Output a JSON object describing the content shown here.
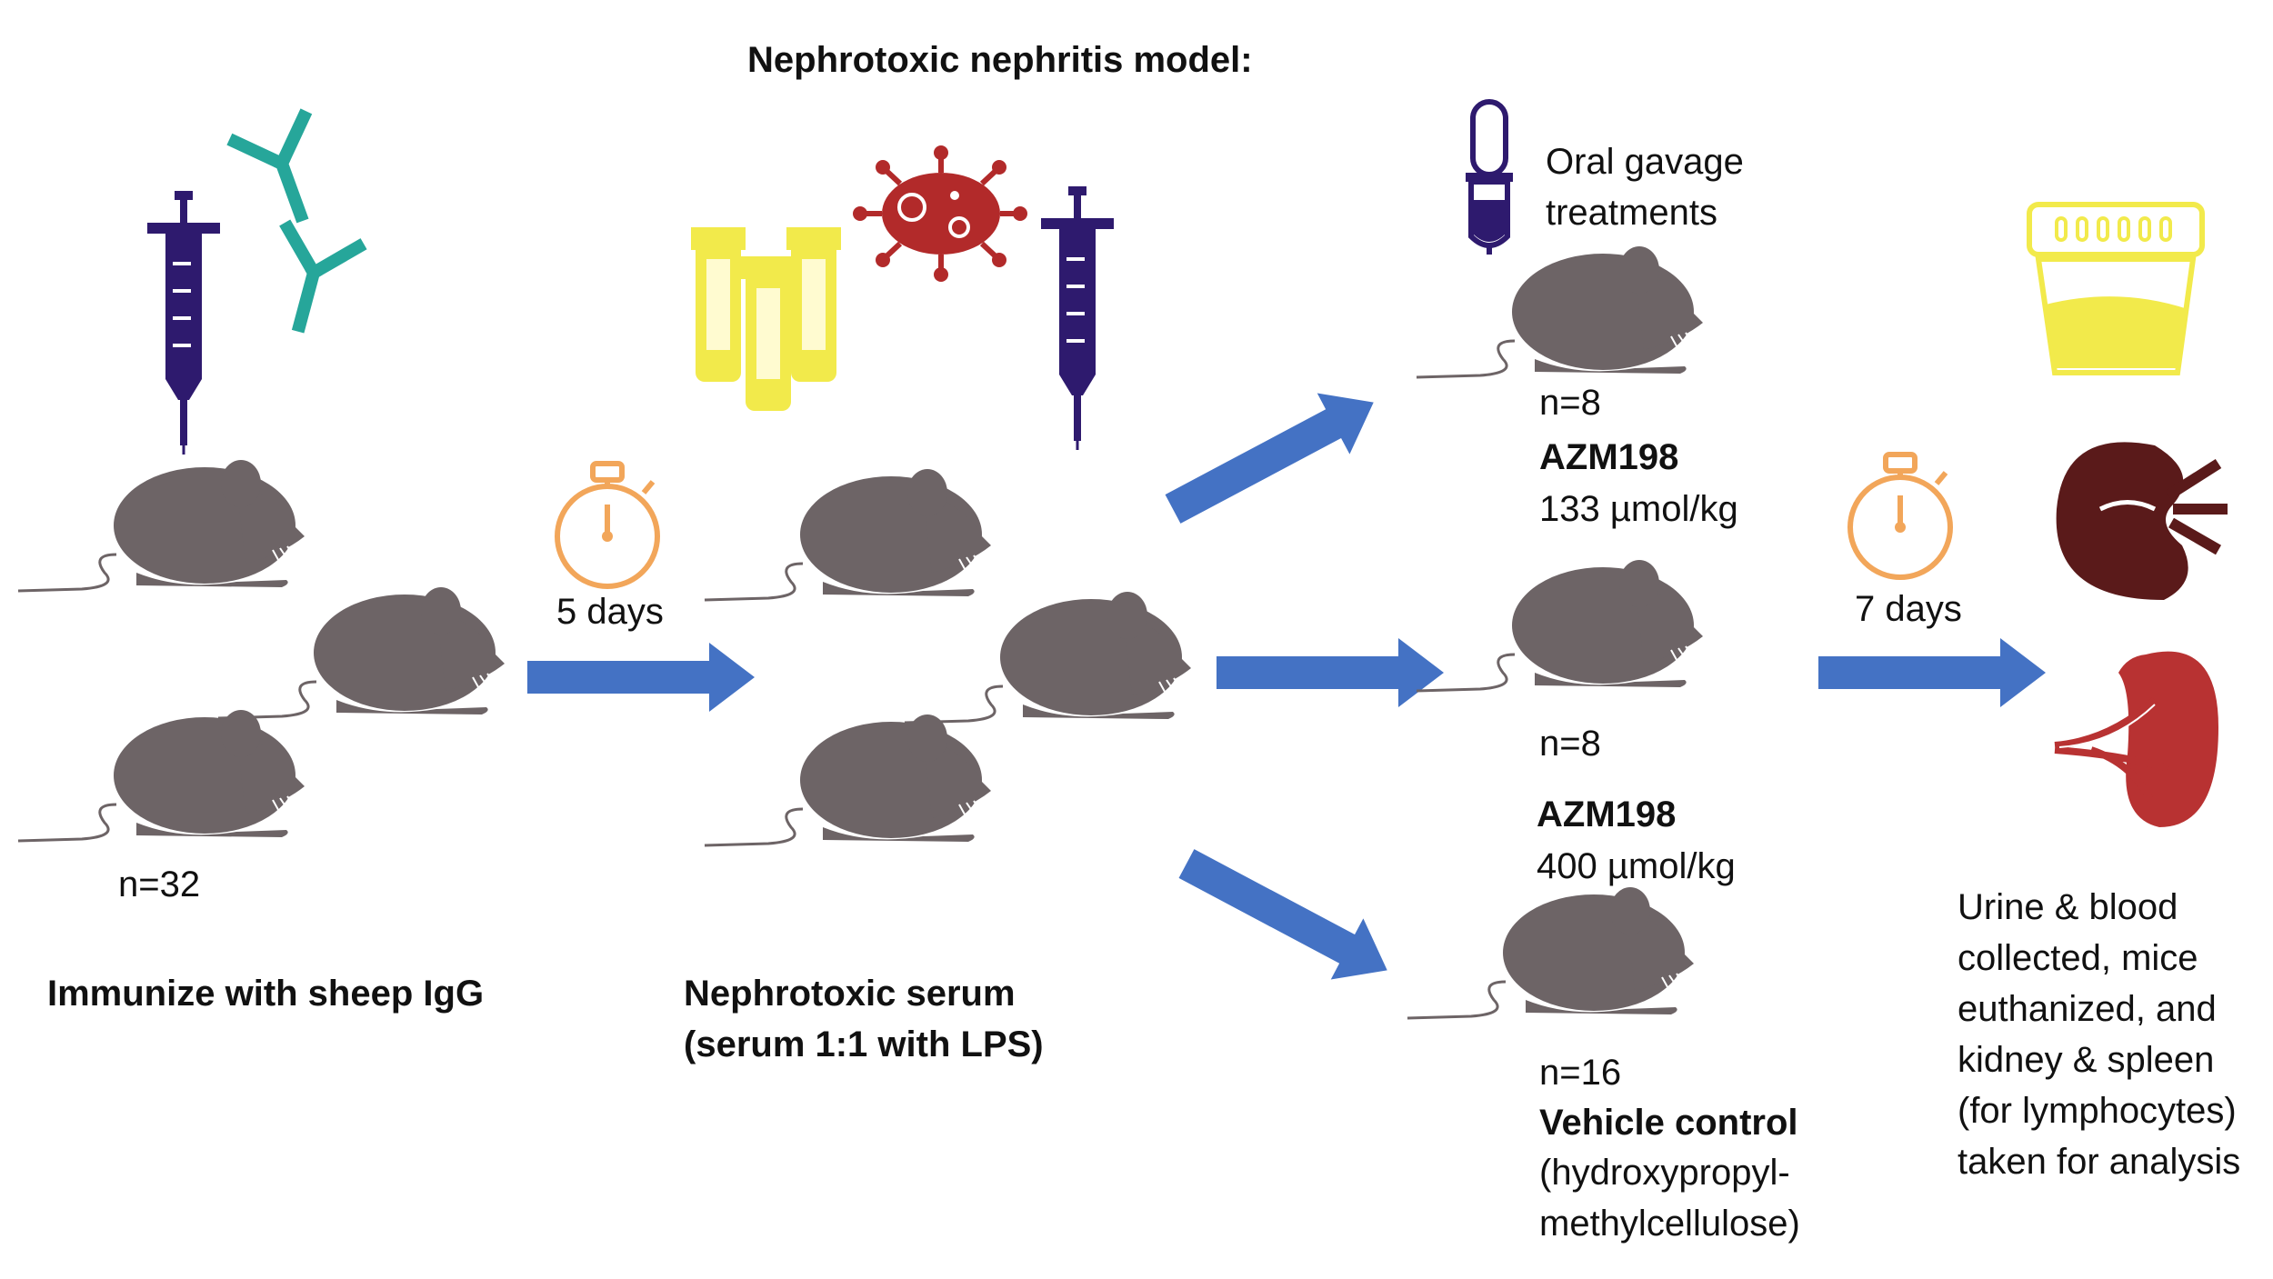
{
  "title": "Nephrotoxic nephritis model:",
  "colors": {
    "mouse": "#6d6466",
    "arrow": "#4472c4",
    "syringe": "#2e1a6e",
    "antibody": "#26a69a",
    "tube": "#f2ea4b",
    "virus": "#b22a2a",
    "timer": "#f2a65a",
    "kidney": "#5a1a1a",
    "spleen": "#b83232"
  },
  "step1": {
    "count": "n=32",
    "label": "Immunize with sheep IgG",
    "icons": [
      "syringe-icon",
      "antibody-icon",
      "mouse-icon"
    ]
  },
  "wait1": {
    "label": "5 days",
    "icon": "stopwatch-icon"
  },
  "step2": {
    "label": "Nephrotoxic serum\n(serum 1:1 with LPS)",
    "icons": [
      "serum-tube-icon",
      "virus-icon",
      "syringe-icon",
      "mouse-icon"
    ]
  },
  "treatment": {
    "label": "Oral gavage\ntreatments",
    "icon": "dropper-icon"
  },
  "groups": [
    {
      "count": "n=8",
      "name": "AZM198",
      "detail": "133 µmol/kg"
    },
    {
      "count": "n=8",
      "name": "AZM198",
      "detail": "400 µmol/kg"
    },
    {
      "count": "n=16",
      "name": "Vehicle control",
      "detail": "(hydroxypropyl-\nmethylcellulose)"
    }
  ],
  "wait2": {
    "label": "7 days",
    "icon": "stopwatch-icon"
  },
  "outcome": {
    "label": "Urine & blood\ncollected, mice\neuthanized, and\nkidney & spleen\n(for lymphocytes)\ntaken for analysis",
    "icons": [
      "urine-cup-icon",
      "kidney-icon",
      "spleen-icon"
    ]
  }
}
